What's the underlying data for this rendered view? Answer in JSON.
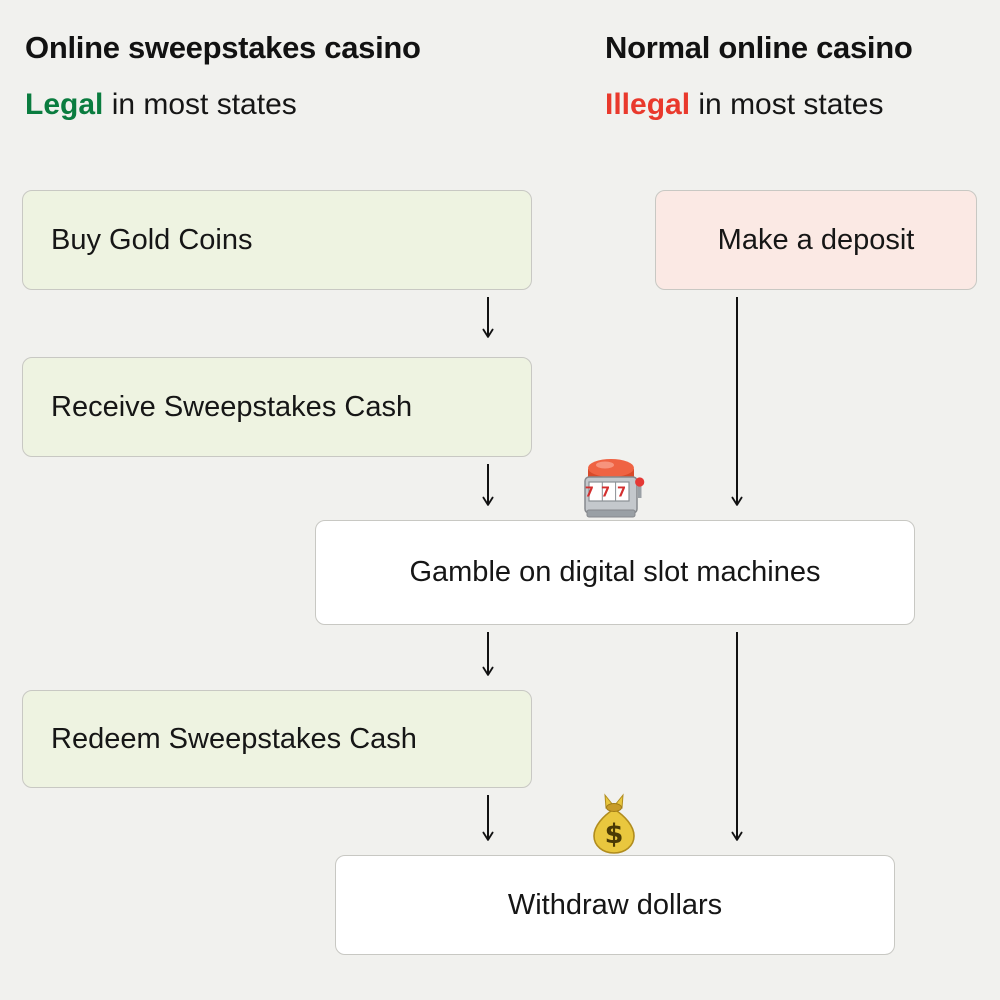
{
  "columns": {
    "left": {
      "title": "Online sweepstakes casino",
      "legality": "Legal",
      "legality_suffix": " in most states",
      "legality_color": "#0a7c3f"
    },
    "right": {
      "title": "Normal online casino",
      "legality": "Illegal",
      "legality_suffix": " in most states",
      "legality_color": "#e9392c"
    }
  },
  "boxes": {
    "buy": {
      "label": "Buy Gold Coins",
      "color": "#eef3e1"
    },
    "receive": {
      "label": "Receive Sweepstakes Cash",
      "color": "#eef3e1"
    },
    "redeem": {
      "label": "Redeem Sweepstakes Cash",
      "color": "#eef3e1"
    },
    "deposit": {
      "label": "Make a deposit",
      "color": "#fbe9e4"
    },
    "gamble": {
      "label": "Gamble on digital slot machines",
      "color": "#ffffff"
    },
    "withdraw": {
      "label": "Withdraw dollars",
      "color": "#ffffff"
    }
  },
  "icons": {
    "slot_machine": "slot-machine",
    "money_bag": "money-bag",
    "slot_sevens": "777",
    "dollar_sign": "$"
  },
  "flow": {
    "edges": [
      {
        "from": "Buy Gold Coins",
        "to": "Receive Sweepstakes Cash"
      },
      {
        "from": "Receive Sweepstakes Cash",
        "to": "Gamble on digital slot machines"
      },
      {
        "from": "Make a deposit",
        "to": "Gamble on digital slot machines"
      },
      {
        "from": "Gamble on digital slot machines",
        "to": "Redeem Sweepstakes Cash"
      },
      {
        "from": "Gamble on digital slot machines",
        "to": "Withdraw dollars"
      },
      {
        "from": "Redeem Sweepstakes Cash",
        "to": "Withdraw dollars"
      }
    ]
  },
  "colors": {
    "background": "#f1f1ee",
    "legal_green": "#0a7c3f",
    "illegal_red": "#e9392c",
    "sweepstakes_box": "#eef3e1",
    "casino_box": "#fbe9e4",
    "shared_box": "#ffffff",
    "box_border": "#c8c8c3",
    "text": "#121212",
    "arrow": "#121212"
  }
}
